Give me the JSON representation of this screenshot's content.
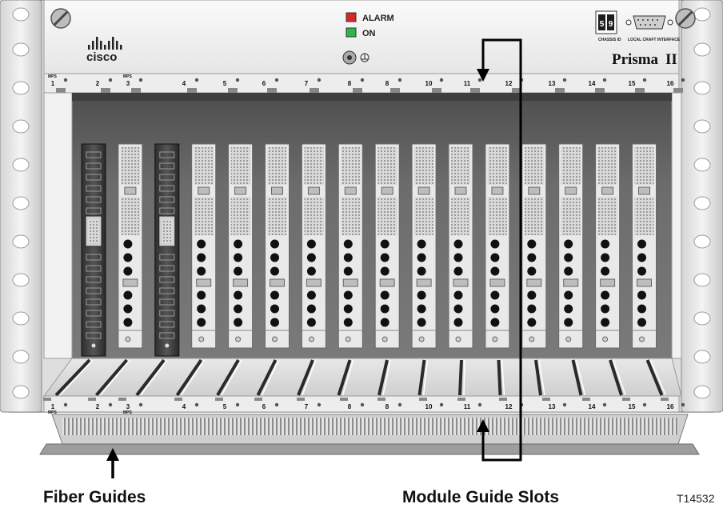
{
  "brand": {
    "logo_text": "cisco",
    "product": "Prisma",
    "product_suffix": "II"
  },
  "indicators": {
    "alarm_label": "ALARM",
    "on_label": "ON",
    "alarm_color": "#d8262b",
    "on_color": "#2fb548"
  },
  "chassis": {
    "chassis_id_label": "CHASSIS ID",
    "local_craft_label": "LOCAL CRAFT INTERFACE",
    "chassis_id_digits": [
      "5",
      "9"
    ]
  },
  "top_slot_labels": [
    "1",
    "2",
    "3",
    "4",
    "5",
    "6",
    "7",
    "8",
    "8",
    "10",
    "11",
    "12",
    "13",
    "14",
    "15",
    "16"
  ],
  "bottom_slot_labels": [
    "1",
    "2",
    "3",
    "4",
    "5",
    "6",
    "7",
    "8",
    "8",
    "10",
    "11",
    "12",
    "13",
    "14",
    "15",
    "16"
  ],
  "mps_label": "MPS",
  "callouts": {
    "fiber_guides": "Fiber Guides",
    "module_guide_slots": "Module Guide Slots"
  },
  "figure_id": "T14532",
  "modules": [
    {
      "kind": "power"
    },
    {
      "kind": "io"
    },
    {
      "kind": "power"
    },
    {
      "kind": "io"
    },
    {
      "kind": "io"
    },
    {
      "kind": "io"
    },
    {
      "kind": "io"
    },
    {
      "kind": "io"
    },
    {
      "kind": "io"
    },
    {
      "kind": "io"
    },
    {
      "kind": "io"
    },
    {
      "kind": "io"
    },
    {
      "kind": "io"
    },
    {
      "kind": "io"
    },
    {
      "kind": "io"
    },
    {
      "kind": "io"
    }
  ]
}
